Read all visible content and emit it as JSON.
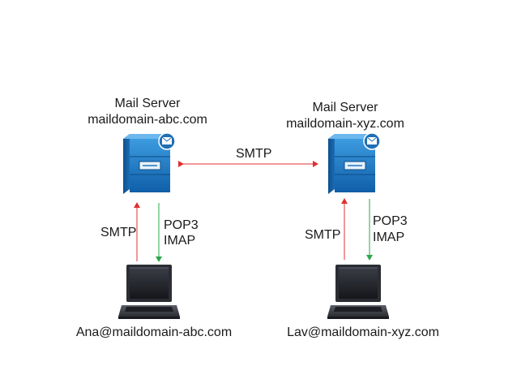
{
  "servers": {
    "left": {
      "title": "Mail Server",
      "domain": "maildomain-abc.com"
    },
    "right": {
      "title": "Mail Server",
      "domain": "maildomain-xyz.com"
    }
  },
  "links": {
    "server_to_server": "SMTP"
  },
  "clients": {
    "left": {
      "address": "Ana@maildomain-abc.com",
      "send_protocol": "SMTP",
      "receive_protocol_1": "POP3",
      "receive_protocol_2": "IMAP"
    },
    "right": {
      "address": "Lav@maildomain-xyz.com",
      "send_protocol": "SMTP",
      "receive_protocol_1": "POP3",
      "receive_protocol_2": "IMAP"
    }
  },
  "colors": {
    "smtp_arrow": "#e03030",
    "retrieve_arrow": "#2aa84a",
    "server_blue": "#1f78c1",
    "laptop_dark": "#2b2d33"
  },
  "icons": {
    "server": "mail-server-icon",
    "laptop": "laptop-icon"
  }
}
